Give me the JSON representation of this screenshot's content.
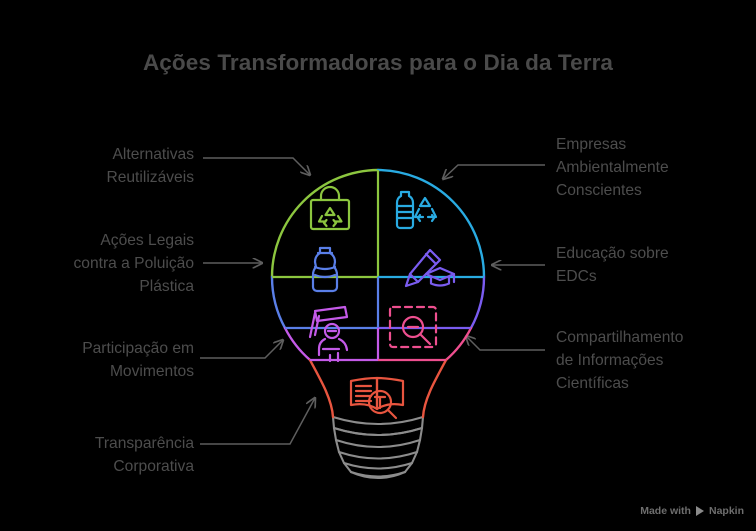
{
  "title": "Ações Transformadoras para o Dia da Terra",
  "watermark": {
    "prefix": "Made with",
    "brand": "Napkin",
    "icon": "play-triangle-icon"
  },
  "colors": {
    "background": "#000000",
    "title_text": "#4a4a4a",
    "label_text": "#4d4d4d",
    "connector": "#5e5e5e",
    "segment_green": "#8cc63f",
    "segment_cyan": "#29abe2",
    "segment_blue": "#5a7fe8",
    "segment_violet": "#7a5cf0",
    "segment_orchid": "#c45ae8",
    "segment_pink": "#ee4f8f",
    "segment_red": "#e8553f",
    "bulb_base_gray": "#8c8c8c"
  },
  "labels": {
    "left": [
      {
        "id": "reusable-alternatives",
        "text": "Alternativas\nReutilizáveis"
      },
      {
        "id": "legal-actions",
        "text": "Ações Legais\ncontra a Poluição\nPlástica"
      },
      {
        "id": "movement-participation",
        "text": "Participação em\nMovimentos"
      },
      {
        "id": "corporate-transparency",
        "text": "Transparência\nCorporativa"
      }
    ],
    "right": [
      {
        "id": "eco-conscious-companies",
        "text": "Empresas\nAmbientalmente\nConscientes"
      },
      {
        "id": "edc-education",
        "text": "Educação sobre\nEDCs"
      },
      {
        "id": "scientific-info-sharing",
        "text": "Compartilhamento\nde Informações\nCientíficas"
      }
    ]
  },
  "bulb_segments": [
    {
      "id": "segment-top-left",
      "icon": "shopping-bag-recycle-icon",
      "color": "#8cc63f",
      "links_to": "reusable-alternatives"
    },
    {
      "id": "segment-top-right",
      "icon": "bottle-recycle-icon",
      "color": "#29abe2",
      "links_to": "eco-conscious-companies"
    },
    {
      "id": "segment-mid-left",
      "icon": "plastic-bottle-icon",
      "color": "#5a7fe8",
      "links_to": "legal-actions"
    },
    {
      "id": "segment-mid-right",
      "icon": "pencil-graduation-icon",
      "color": "#7a5cf0",
      "links_to": "edc-education"
    },
    {
      "id": "segment-bottom-left",
      "icon": "protest-person-icon",
      "color": "#c45ae8",
      "links_to": "movement-participation"
    },
    {
      "id": "segment-bottom-right",
      "icon": "search-frame-icon",
      "color": "#ee4f8f",
      "links_to": "scientific-info-sharing"
    },
    {
      "id": "segment-neck",
      "icon": "book-search-icon",
      "color": "#e8553f",
      "links_to": "corporate-transparency"
    }
  ]
}
